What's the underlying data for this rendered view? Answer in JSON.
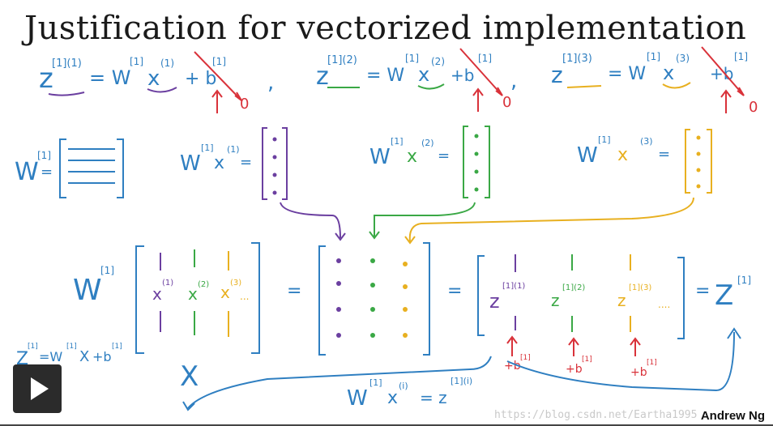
{
  "title": "Justification for vectorized implementation",
  "author": "Andrew Ng",
  "watermark": "https://blog.csdn.net/Eartha1995",
  "handwriting": {
    "eq1": "z[1](1) = W[1] x(1) + b[1]",
    "eq2": "z[1](2) = W[1] x(2) + b[1]",
    "eq3": "z[1](3) = W[1] x(3) + b[1]",
    "W": "W[1] =",
    "wx1": "W[1] x(1) =",
    "wx2": "W[1] x(2) =",
    "wx3": "W[1] x(3) =",
    "matrix_lhs": "W[1]",
    "X_col1": "x(1)",
    "X_col2": "x(2)",
    "X_col3": "x(3)",
    "Z_col1": "z[1](1)",
    "Z_col2": "z[1](2)",
    "Z_col3": "z[1](3)",
    "Z": "Z[1]",
    "bottom_eq": "W[1] x(i) = z[1](i)",
    "left_eq": "Z[1] = W[1] X + b[1]",
    "X": "X",
    "plus_b": "+ b[1]",
    "zero": "0"
  },
  "colors": {
    "blue": "#2f7fc1",
    "purple": "#6b3fa0",
    "green": "#3aa845",
    "yellow": "#e8b020",
    "red": "#d9323a"
  },
  "controls": {
    "play_icon": "play-icon"
  }
}
